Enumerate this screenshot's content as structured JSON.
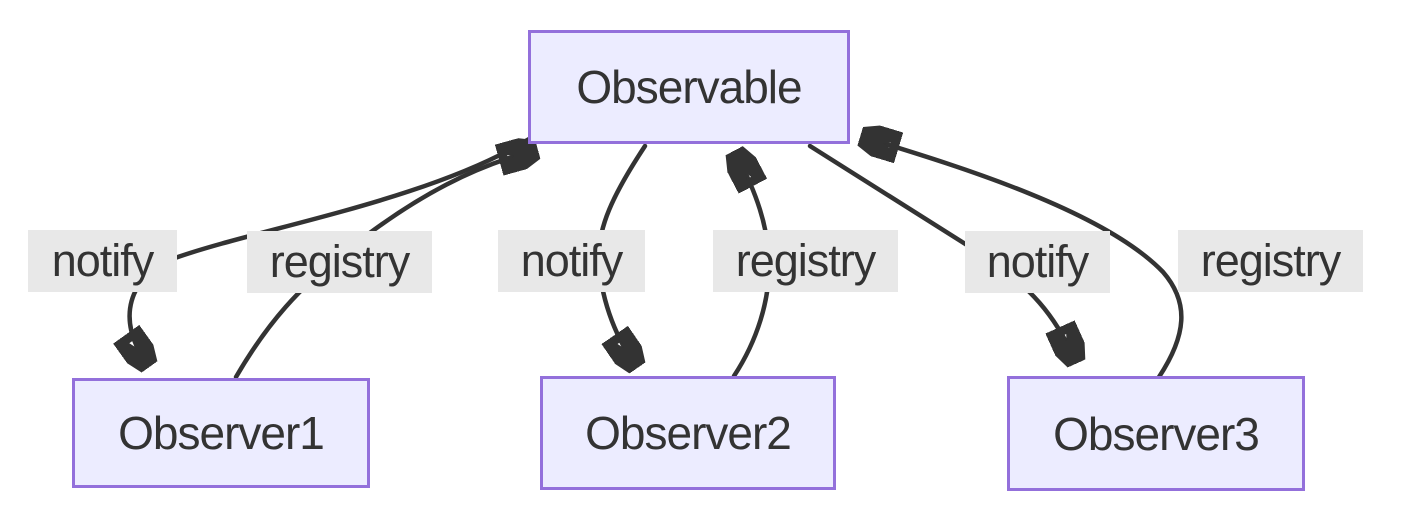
{
  "diagram": {
    "kind": "flowchart",
    "pattern": "observer-pattern",
    "colors": {
      "node_fill": "#ECECFF",
      "node_border": "#9370DB",
      "edge_stroke": "#333333",
      "edge_label_bg": "#e8e8e8",
      "text": "#333333",
      "background": "#ffffff"
    },
    "nodes": {
      "observable": {
        "label": "Observable"
      },
      "observer1": {
        "label": "Observer1"
      },
      "observer2": {
        "label": "Observer2"
      },
      "observer3": {
        "label": "Observer3"
      }
    },
    "edges": [
      {
        "from": "Observable",
        "to": "Observer1",
        "label": "notify"
      },
      {
        "from": "Observer1",
        "to": "Observable",
        "label": "registry"
      },
      {
        "from": "Observable",
        "to": "Observer2",
        "label": "notify"
      },
      {
        "from": "Observer2",
        "to": "Observable",
        "label": "registry"
      },
      {
        "from": "Observable",
        "to": "Observer3",
        "label": "notify"
      },
      {
        "from": "Observer3",
        "to": "Observable",
        "label": "registry"
      }
    ]
  }
}
